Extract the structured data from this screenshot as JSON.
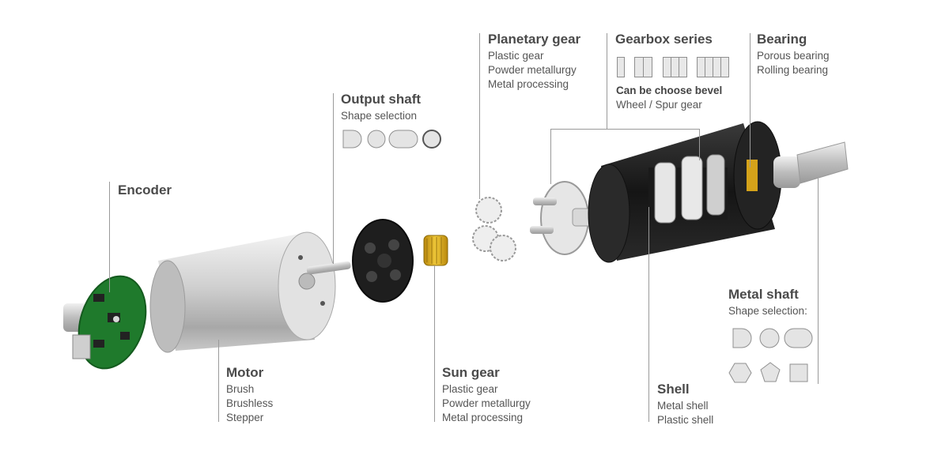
{
  "encoder": {
    "title": "Encoder"
  },
  "motor": {
    "title": "Motor",
    "items": [
      "Brush",
      "Brushless",
      "Stepper"
    ]
  },
  "output_shaft": {
    "title": "Output shaft",
    "items": [
      "Shape selection"
    ]
  },
  "planetary_gear": {
    "title": "Planetary gear",
    "items": [
      "Plastic gear",
      "Powder metallurgy",
      "Metal processing"
    ]
  },
  "gearbox_series": {
    "title": "Gearbox series",
    "note_bold": "Can be choose bevel",
    "note": "Wheel / Spur gear",
    "stages": [
      1,
      2,
      3,
      4
    ]
  },
  "bearing": {
    "title": "Bearing",
    "items": [
      "Porous bearing",
      "Rolling bearing"
    ]
  },
  "sun_gear": {
    "title": "Sun gear",
    "items": [
      "Plastic gear",
      "Powder metallurgy",
      "Metal processing"
    ]
  },
  "shell": {
    "title": "Shell",
    "items": [
      "Metal shell",
      "Plastic shell"
    ]
  },
  "metal_shaft": {
    "title": "Metal shaft",
    "items": [
      "Shape selection:"
    ]
  },
  "colors": {
    "text": "#4a4a4a",
    "leader": "#9a9a9a",
    "motor_can": "#c9c9c9",
    "pcb": "#1f7a2c",
    "brass": "#d4a21a",
    "shell": "#1d1d1d"
  }
}
